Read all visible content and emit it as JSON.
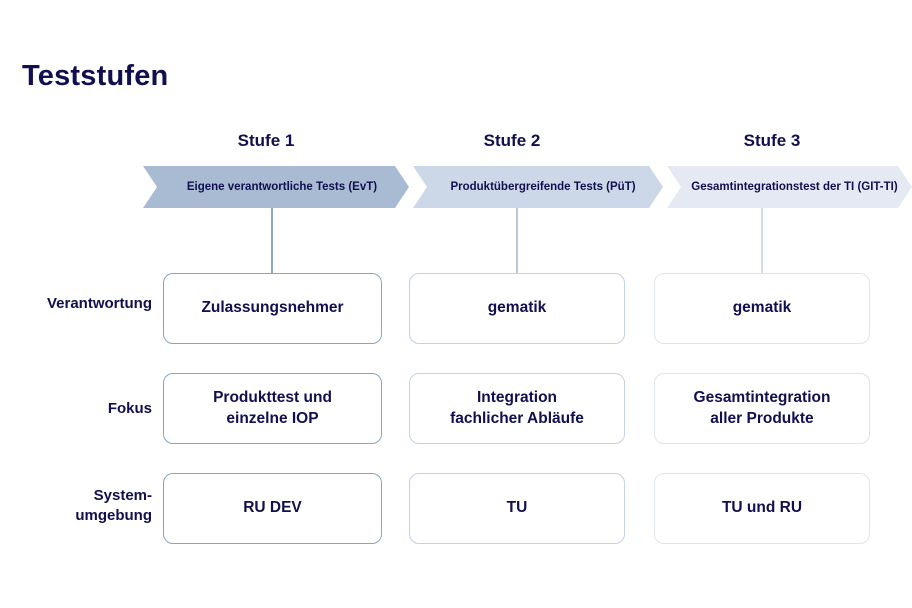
{
  "title": "Teststufen",
  "colors": {
    "navy": "#110f4f",
    "stage1_fill": "#a9bbd2",
    "stage2_fill": "#ccd8e7",
    "stage3_fill": "#e4e9f3",
    "stage1_border": "#8aa4c4",
    "stage2_border": "#c3d2e4",
    "stage3_border": "#dde4ef",
    "background": "#ffffff"
  },
  "stages": [
    {
      "header": "Stufe 1",
      "banner": "Eigene verantwortliche Tests (EvT)"
    },
    {
      "header": "Stufe 2",
      "banner": "Produktübergreifende Tests (PüT)"
    },
    {
      "header": "Stufe 3",
      "banner": "Gesamtintegrationstest der TI (GIT-TI)"
    }
  ],
  "rows": [
    {
      "label": "Verantwortung",
      "cells": [
        "Zulassungsnehmer",
        "gematik",
        "gematik"
      ]
    },
    {
      "label": "Fokus",
      "cells": [
        "Produkttest und\neinzelne IOP",
        "Integration\nfachlicher Abläufe",
        "Gesamtintegration\naller Produkte"
      ]
    },
    {
      "label": "System-\numgebung",
      "cells": [
        "RU DEV",
        "TU",
        "TU und RU"
      ]
    }
  ]
}
